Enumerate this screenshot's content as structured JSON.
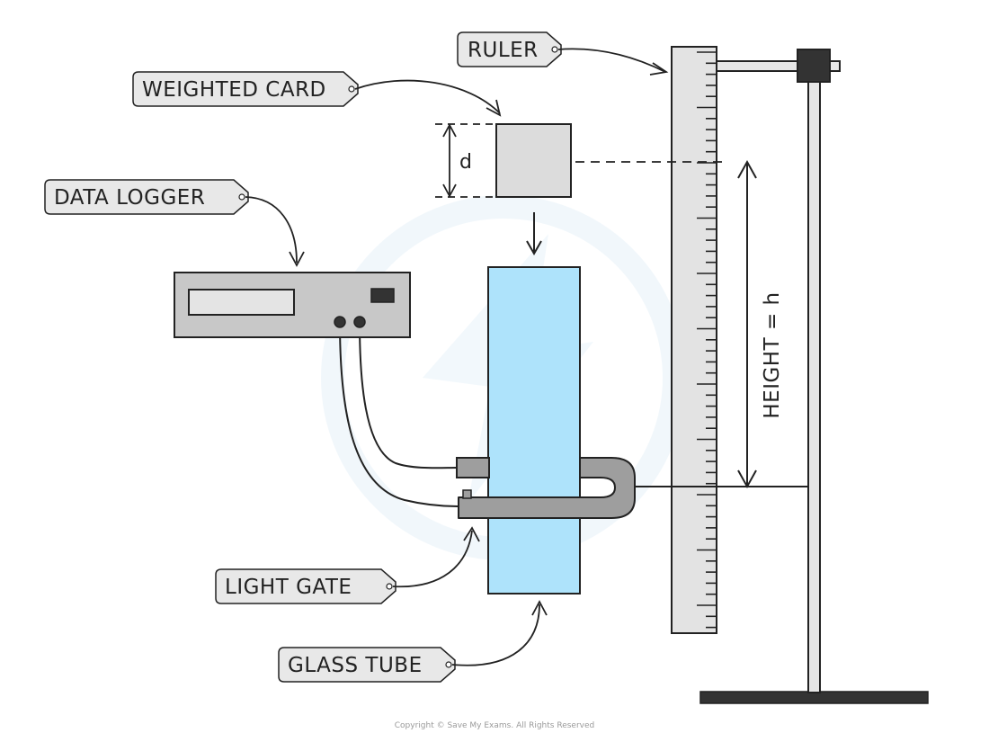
{
  "labels": {
    "ruler": "RULER",
    "weighted_card": "WEIGHTED CARD",
    "data_logger": "DATA LOGGER",
    "light_gate": "LIGHT GATE",
    "glass_tube": "GLASS TUBE",
    "card_width": "d",
    "height": "HEIGHT = h"
  },
  "footer": {
    "copyright": "Copyright © Save My Exams. All Rights Reserved"
  },
  "colors": {
    "tag_fill": "#e8e8e8",
    "outline": "#222222",
    "tube_fill": "#aee3fb",
    "card_fill": "#dcdcdc",
    "gate_fill": "#9e9e9e",
    "stand_fill": "#e6e6e6",
    "clamp_fill": "#333333",
    "watermark": "#eef5fa"
  }
}
